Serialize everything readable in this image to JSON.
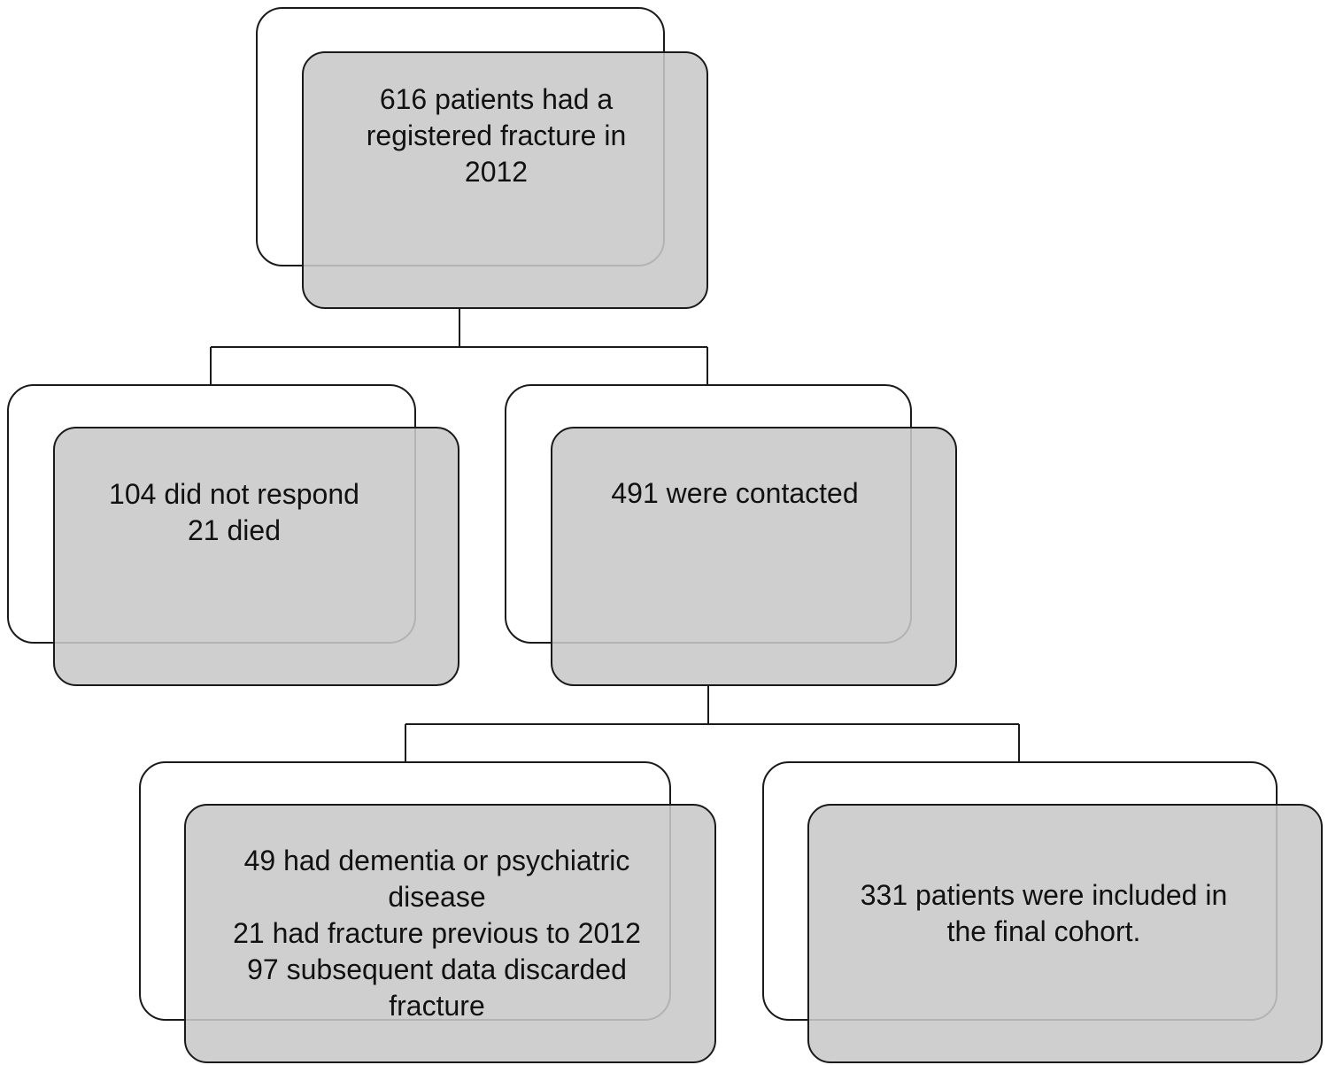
{
  "nodes": {
    "top": {
      "lines": [
        "616 patients had a",
        "registered fracture in",
        "2012"
      ]
    },
    "left": {
      "lines": [
        "104 did not respond",
        "21 died"
      ]
    },
    "middle": {
      "lines": [
        "491 were contacted"
      ]
    },
    "bottom_left": {
      "lines": [
        "49 had dementia or psychiatric",
        "disease",
        "21 had fracture previous to 2012",
        "97 subsequent data discarded",
        "fracture"
      ]
    },
    "bottom_right": {
      "lines": [
        "331 patients were included in",
        "the final cohort."
      ]
    }
  },
  "edges": [
    {
      "from": "top",
      "to": "left"
    },
    {
      "from": "top",
      "to": "middle"
    },
    {
      "from": "middle",
      "to": "bottom_left"
    },
    {
      "from": "middle",
      "to": "bottom_right"
    }
  ],
  "colors": {
    "box_fill": "#c8c8c8",
    "back_fill": "#ffffff",
    "stroke": "#1a1a1a",
    "text": "#111111"
  }
}
